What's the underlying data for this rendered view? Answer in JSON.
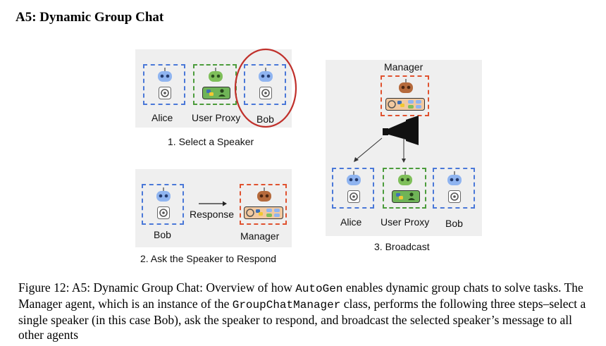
{
  "section": {
    "title": "A5: Dynamic Group Chat"
  },
  "step1": {
    "agents": [
      "Alice",
      "User Proxy",
      "Bob"
    ],
    "caption": "1. Select a Speaker"
  },
  "step2": {
    "speaker": "Bob",
    "arrow_label": "Response",
    "manager": "Manager",
    "caption": "2. Ask the Speaker to Respond"
  },
  "step3": {
    "manager": "Manager",
    "agents": [
      "Alice",
      "User Proxy",
      "Bob"
    ],
    "caption": "3. Broadcast"
  },
  "figure": {
    "label": "Figure 12:",
    "text_1": " A5: Dynamic Group Chat: Overview of how ",
    "code_1": "AutoGen",
    "text_2": " enables dynamic group chats to solve tasks. The Manager agent, which is an instance of the ",
    "code_2": "GroupChatManager",
    "text_3": " class, performs the following three steps–select a single speaker (in this case Bob), ask the speaker to respond, and broadcast the selected speaker’s message to all other agents"
  },
  "colors": {
    "agent_blue": "#4a78d8",
    "proxy_green": "#4c9c3c",
    "manager_orange": "#e0522f",
    "selection_red": "#c0302b",
    "panel_gray": "#efefef"
  },
  "icons": [
    "robot-icon",
    "openai-icon",
    "python-icon",
    "person-icon",
    "megaphone-icon"
  ]
}
